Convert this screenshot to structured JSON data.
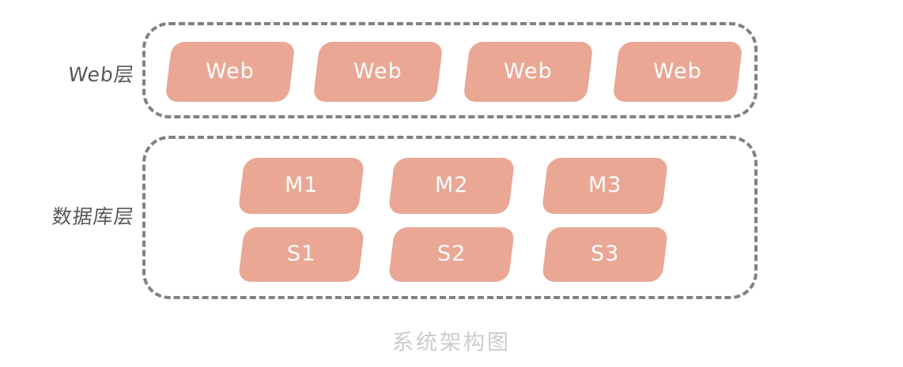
{
  "diagram": {
    "caption": "系统架构图",
    "colors": {
      "node_fill": "#e9a794",
      "node_text": "#ffffff",
      "group_border": "#7f8184",
      "tier_label": "#55575a",
      "caption": "#cbcbcb",
      "background": "#ffffff"
    },
    "tiers": [
      {
        "id": "web-tier",
        "label": "Web层",
        "rows": [
          {
            "id": "web-row",
            "nodes": [
              {
                "label": "Web"
              },
              {
                "label": "Web"
              },
              {
                "label": "Web"
              },
              {
                "label": "Web"
              }
            ]
          }
        ]
      },
      {
        "id": "database-tier",
        "label": "数据库层",
        "rows": [
          {
            "id": "master-row",
            "nodes": [
              {
                "label": "M1"
              },
              {
                "label": "M2"
              },
              {
                "label": "M3"
              }
            ]
          },
          {
            "id": "slave-row",
            "nodes": [
              {
                "label": "S1"
              },
              {
                "label": "S2"
              },
              {
                "label": "S3"
              }
            ]
          }
        ]
      }
    ]
  }
}
